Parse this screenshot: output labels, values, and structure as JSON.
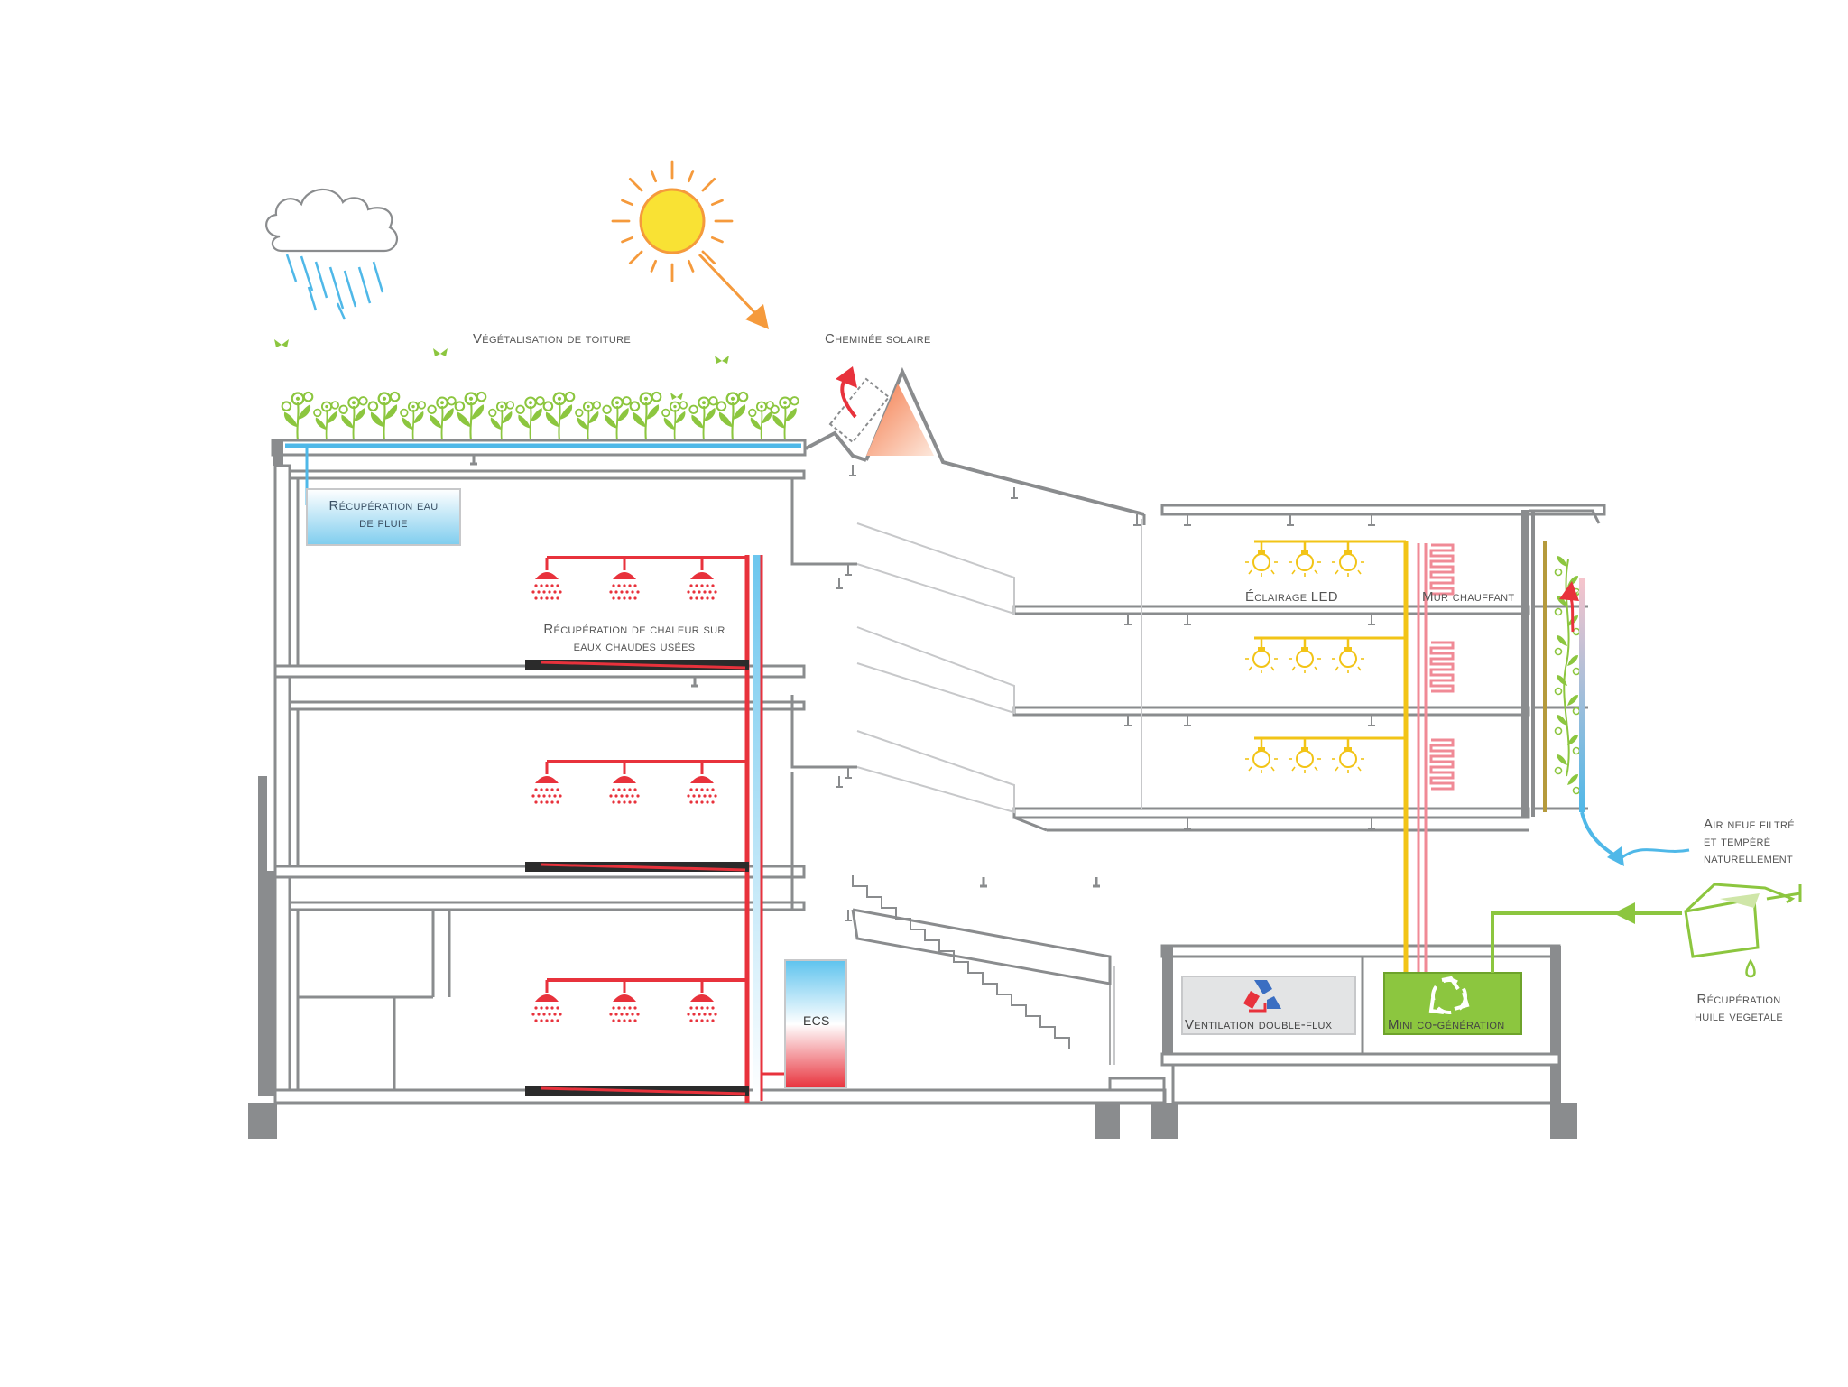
{
  "labels": {
    "green_roof": "Végétalisation de toiture",
    "solar_chimney": "Cheminée solaire",
    "rainwater_line1": "Récupération eau",
    "rainwater_line2": "de pluie",
    "heat_recovery_line1": "Récupération de chaleur sur",
    "heat_recovery_line2": "eaux chaudes usées",
    "led_lighting": "Éclairage LED",
    "heating_wall": "Mur chauffant",
    "fresh_air_line1": "Air neuf filtré",
    "fresh_air_line2": "et tempéré",
    "fresh_air_line3": "naturellement",
    "oil_recovery_line1": "Récupération",
    "oil_recovery_line2": "huile vegetale",
    "ventilation": "Ventilation double-flux",
    "cogeneration": "Mini co-génération",
    "ecs": "ECS"
  },
  "colors": {
    "structure": "#8a8c8e",
    "hot_water": "#e8323c",
    "rain_water": "#4fb8e8",
    "led": "#f2c417",
    "heating": "#f08a96",
    "vegetal": "#8cc63f",
    "sun": "#f9e234",
    "sun_rays": "#f59a3c"
  },
  "icons": {
    "weather": "rain-cloud-icon",
    "sun": "sun-icon",
    "recycle": "recycle-icon",
    "shower": "shower-head-icon",
    "bulb": "light-bulb-icon",
    "fryer": "fryer-basket-icon",
    "plants": "plant-icon"
  }
}
